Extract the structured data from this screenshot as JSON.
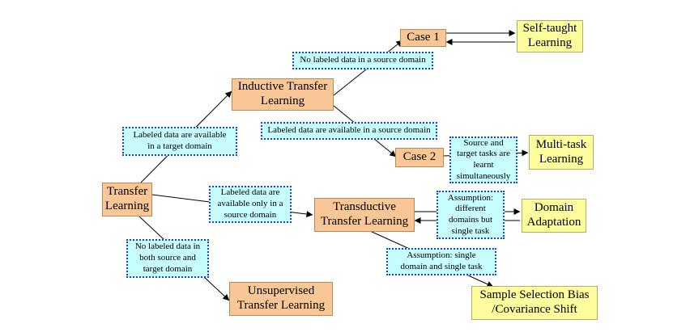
{
  "nodes": {
    "transfer_learning": "Transfer\nLearning",
    "inductive_transfer": "Inductive Transfer\nLearning",
    "transductive_transfer": "Transductive\nTransfer Learning",
    "unsupervised_transfer": "Unsupervised\nTransfer Learning",
    "case1": "Case 1",
    "case2": "Case 2",
    "self_taught": "Self-taught\nLearning",
    "multi_task": "Multi-task\nLearning",
    "domain_adaptation": "Domain\nAdaptation",
    "sample_selection": "Sample Selection Bias\n/Covariance Shift"
  },
  "edge_labels": {
    "labeled_target": "Labeled data are available\nin a target domain",
    "no_labeled_source_case1": "No labeled data in a source domain",
    "labeled_source_case2": "Labeled data are available in a source domain",
    "source_target_simultaneous": "Source and\ntarget tasks are\nlearnt\nsimultaneously",
    "labeled_only_source": "Labeled data are\navailable only in a\nsource domain",
    "assumption_different_domains": "Assumption:\ndifferent\ndomains but\nsingle task",
    "no_labeled_both": "No labeled data in\nboth source and\ntarget domain",
    "assumption_single_domain": "Assumption: single\ndomain and single task"
  },
  "colors": {
    "node_orange": "#f9c796",
    "node_yellow": "#fdfd9e",
    "label_fill": "#c8fdfd",
    "label_border": "#1f3fd6"
  }
}
